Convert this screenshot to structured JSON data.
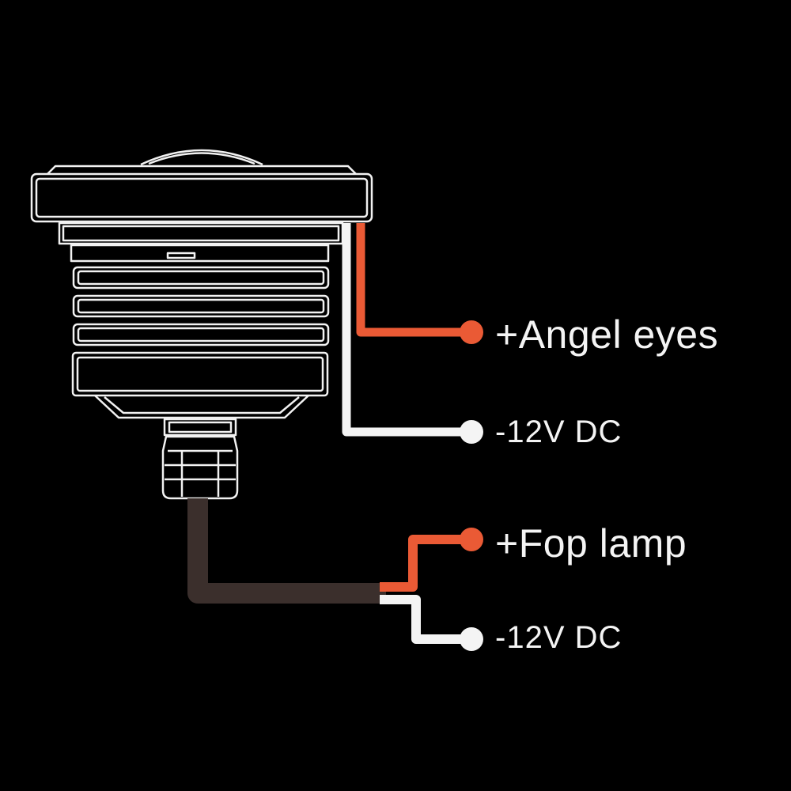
{
  "colors": {
    "background": "#000000",
    "outline": "#f2f2f2",
    "positive_wire": "#ea5a35",
    "negative_wire": "#f4f4f4",
    "main_cable": "#3b2f2c",
    "label_text": "#f4f4f4"
  },
  "terminals": [
    {
      "id": "angel-eyes-positive",
      "label": "+Angel eyes",
      "wire_color": "#ea5a35"
    },
    {
      "id": "angel-eyes-negative",
      "label": "-12V DC",
      "wire_color": "#f4f4f4"
    },
    {
      "id": "fog-lamp-positive",
      "label": "+Fop lamp",
      "wire_color": "#ea5a35"
    },
    {
      "id": "fog-lamp-negative",
      "label": "-12V DC",
      "wire_color": "#f4f4f4"
    }
  ]
}
